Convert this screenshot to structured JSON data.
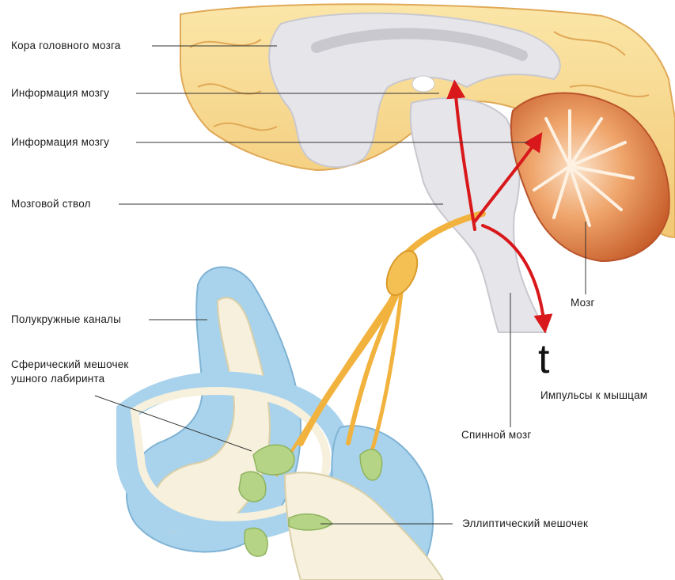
{
  "labels": {
    "cortex": "Кора головного мозга",
    "info_1": "Информация мозгу",
    "info_2": "Информация мозгу",
    "brainstem": "Мозговой ствол",
    "semicircular": "Полукружные каналы",
    "saccule": "Сферический мешочек ушного лабиринта",
    "brain": "Мозг",
    "symbol_t": "t",
    "impulses": "Импульсы к мышцам",
    "spinal_cord": "Спинной мозг",
    "utricle": "Эллиптический мешочек"
  },
  "colors": {
    "cortex_fill": "#f6d58c",
    "cortex_edge": "#e4b062",
    "white_matter": "#e3e3e6",
    "cerebellum_outer": "#c9642e",
    "cerebellum_inner": "#f1b07c",
    "cerebellum_arbor": "#fbe9d9",
    "nerve": "#f2b23e",
    "arrow": "#d8181b",
    "canal_blue": "#a9d3ec",
    "canal_cream": "#f6f0dc",
    "otolith_green": "#b6d485",
    "leader_line": "#333333"
  }
}
